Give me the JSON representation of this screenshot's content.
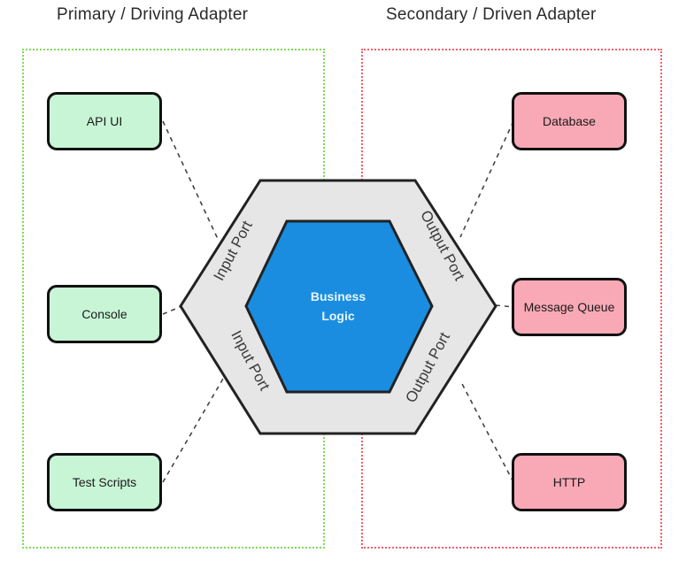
{
  "headings": {
    "primary": "Primary / Driving Adapter",
    "secondary": "Secondary / Driven Adapter"
  },
  "adapters": {
    "left": [
      "API UI",
      "Console",
      "Test Scripts"
    ],
    "right": [
      "Database",
      "Message Queue",
      "HTTP"
    ]
  },
  "ports": {
    "input_top": "Input Port",
    "input_bottom": "Input Port",
    "output_top": "Output Port",
    "output_bottom": "Output Port"
  },
  "core": {
    "line1": "Business",
    "line2": "Logic"
  },
  "colors": {
    "left_frame": "#7ed957",
    "right_frame": "#f25c6a",
    "left_node_fill": "#c8f5d6",
    "right_node_fill": "#f9a9b6",
    "outer_hex_fill": "#e6e6e6",
    "inner_hex_fill": "#1a8de0"
  }
}
